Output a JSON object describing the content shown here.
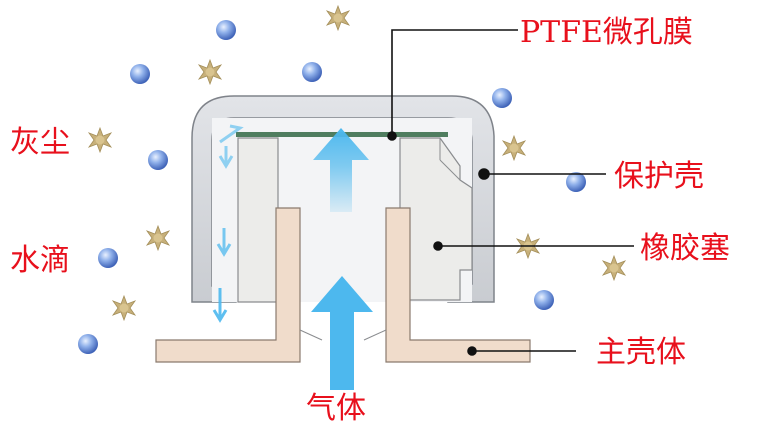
{
  "labels": {
    "ptfe_membrane": "PTFE微孔膜",
    "protective_shell": "保护壳",
    "rubber_plug": "橡胶塞",
    "main_housing": "主壳体",
    "dust": "灰尘",
    "water_drops": "水滴",
    "gas": "气体"
  },
  "colors": {
    "label": "#e8101c",
    "shell": "#d0d2d6",
    "rubber": "#ececea",
    "housing": "#f0dccb",
    "membrane": "#4f7d5f",
    "airflow": "#4db8ee",
    "water_drop": "#5b82d2",
    "dust": "#c7b07a"
  },
  "icons": {
    "dust": "dust-particle-icon",
    "water": "water-drop-icon",
    "airflow": "arrow-up-icon"
  }
}
